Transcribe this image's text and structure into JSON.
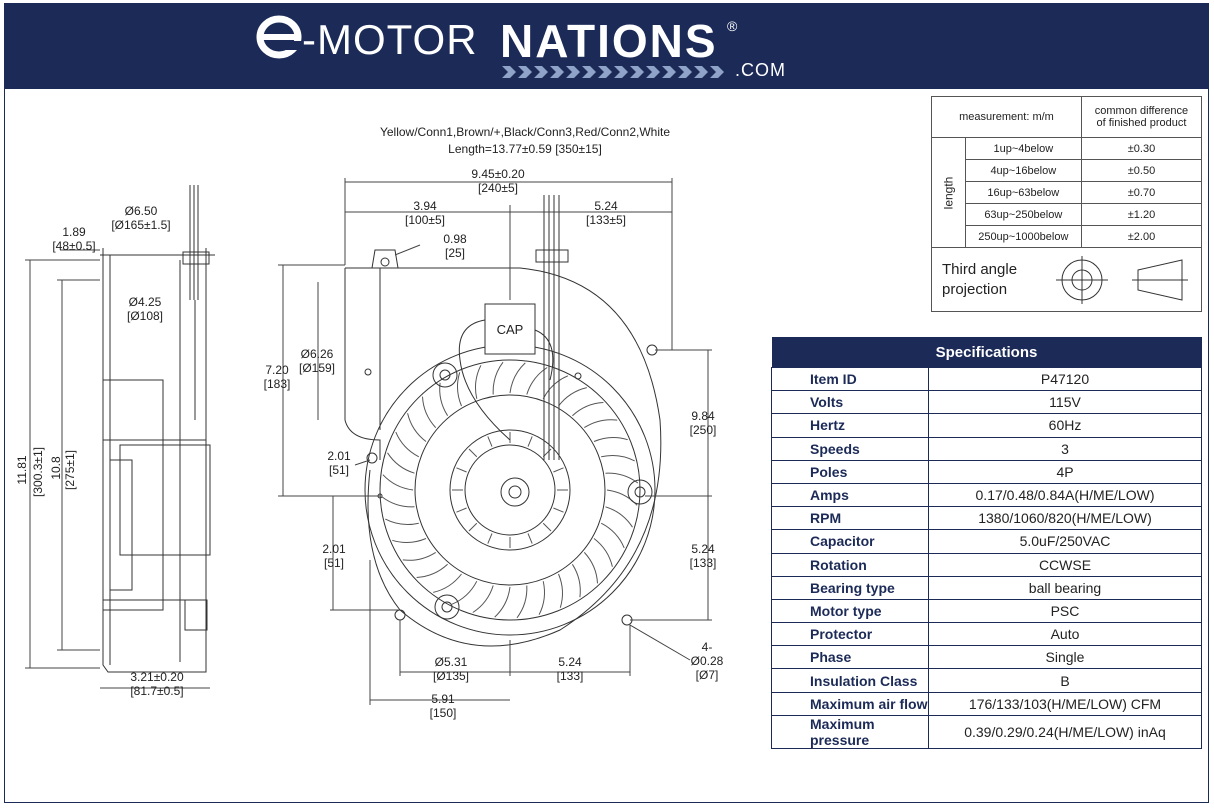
{
  "brand": {
    "motor": "-MOTOR",
    "nations": "NATIONS",
    "reg": "®",
    "com": ".COM"
  },
  "drawing": {
    "wire_note_1": "Yellow/Conn1,Brown/+,Black/Conn3,Red/Conn2,White",
    "wire_note_2": "Length=13.77±0.59 [350±15]",
    "dim_650": "Ø6.50",
    "dim_650b": "[Ø165±1.5]",
    "dim_189": "1.89",
    "dim_189b": "[48±0.5]",
    "dim_425": "Ø4.25",
    "dim_425b": "[Ø108]",
    "dim_1181": "11.81",
    "dim_1181b": "[300.3±1]",
    "dim_108": "10.8",
    "dim_108b": "[275±1]",
    "dim_321": "3.21±0.20",
    "dim_321b": "[81.7±0.5]",
    "dim_945": "9.45±0.20",
    "dim_945b": "[240±5]",
    "dim_394": "3.94",
    "dim_394b": "[100±5]",
    "dim_524t": "5.24",
    "dim_524tb": "[133±5]",
    "dim_098": "0.98",
    "dim_098b": "[25]",
    "dim_720": "7.20",
    "dim_720b": "[183]",
    "dim_626": "Ø6.26",
    "dim_626b": "[Ø159]",
    "dim_201a": "2.01",
    "dim_201ab": "[51]",
    "dim_201b": "2.01",
    "dim_201bb": "[51]",
    "cap": "CAP",
    "dim_984": "9.84",
    "dim_984b": "[250]",
    "dim_524r": "5.24",
    "dim_524rb": "[133]",
    "dim_028": "4-",
    "dim_028b": "Ø0.28",
    "dim_028c": "[Ø7]",
    "dim_531": "Ø5.31",
    "dim_531b": "[Ø135]",
    "dim_524b": "5.24",
    "dim_524bb": "[133]",
    "dim_591": "5.91",
    "dim_591b": "[150]"
  },
  "tolerance": {
    "header_measure": "measurement: m/m",
    "header_diff_1": "common difference",
    "header_diff_2": "of finished product",
    "side_label": "length",
    "rows": [
      {
        "range": "1up~4below",
        "tol": "±0.30"
      },
      {
        "range": "4up~16below",
        "tol": "±0.50"
      },
      {
        "range": "16up~63below",
        "tol": "±0.70"
      },
      {
        "range": "63up~250below",
        "tol": "±1.20"
      },
      {
        "range": "250up~1000below",
        "tol": "±2.00"
      }
    ],
    "projection": "Third angle\nprojection"
  },
  "specs": {
    "title": "Specifications",
    "rows": [
      {
        "key": "Item ID",
        "value": "P47120"
      },
      {
        "key": "Volts",
        "value": "115V"
      },
      {
        "key": "Hertz",
        "value": "60Hz"
      },
      {
        "key": "Speeds",
        "value": "3"
      },
      {
        "key": "Poles",
        "value": "4P"
      },
      {
        "key": "Amps",
        "value": "0.17/0.48/0.84A(H/ME/LOW)"
      },
      {
        "key": "RPM",
        "value": "1380/1060/820(H/ME/LOW)"
      },
      {
        "key": "Capacitor",
        "value": "5.0uF/250VAC"
      },
      {
        "key": "Rotation",
        "value": "CCWSE"
      },
      {
        "key": "Bearing type",
        "value": "ball bearing"
      },
      {
        "key": "Motor type",
        "value": "PSC"
      },
      {
        "key": "Protector",
        "value": "Auto"
      },
      {
        "key": "Phase",
        "value": "Single"
      },
      {
        "key": "Insulation Class",
        "value": "B"
      },
      {
        "key": "Maximum air flow",
        "value": "176/133/103(H/ME/LOW)  CFM"
      },
      {
        "key": "Maximum pressure",
        "value": "0.39/0.29/0.24(H/ME/LOW)    inAq"
      }
    ]
  },
  "colors": {
    "navy": "#1b2a57"
  }
}
